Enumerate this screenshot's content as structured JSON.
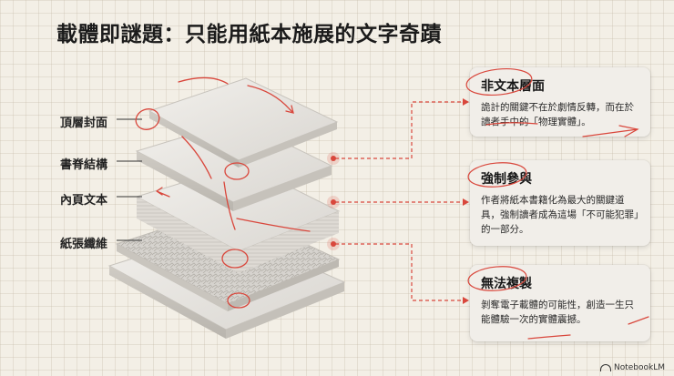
{
  "title": "載體即謎題：只能用紙本施展的文字奇蹟",
  "left_labels": [
    "頂層封面",
    "書脊結構",
    "內頁文本",
    "紙張纖維"
  ],
  "cards": [
    {
      "title": "非文本層面",
      "body": "詭計的關鍵不在於劇情反轉，而在於　讀者手中的「物理實體」。"
    },
    {
      "title": "強制參與",
      "body": "作者將紙本書籍化為最大的關鍵道具，強制讀者成為這場「不可能犯罪」的一部分。"
    },
    {
      "title": "無法複製",
      "body": "剝奪電子載體的可能性，創造一生只能體驗一次的實體震撼。"
    }
  ],
  "footer": {
    "brand": "NotebookLM",
    "logo_icon": "notebooklm-logo-icon"
  },
  "colors": {
    "accent": "#d9473c",
    "paper": "#f3efe6",
    "card": "#f1eee9"
  }
}
